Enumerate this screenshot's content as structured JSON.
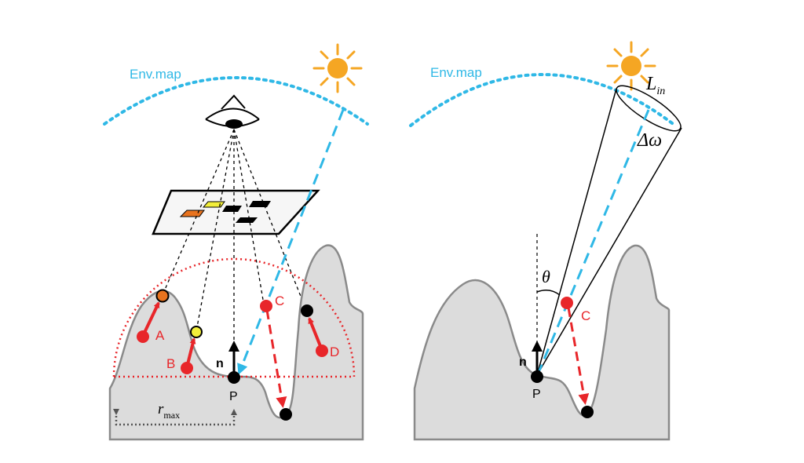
{
  "colors": {
    "terrain_fill": "#dcdcdc",
    "terrain_stroke": "#8a8a8a",
    "env_map": "#2fb8e6",
    "sample_red": "#e8262a",
    "point_orange": "#e8731e",
    "point_yellow": "#f2ee3a",
    "point_black": "#000000",
    "sun": "#f5a623",
    "rmax_arrow": "#555555",
    "text_black": "#000000"
  },
  "icons": {
    "sun": "sun-icon",
    "eye": "eye-icon"
  },
  "left": {
    "env_label": "Env.map",
    "normal_label": "n",
    "point_label": "P",
    "rmax_label": "r",
    "rmax_sub": "max",
    "samples": [
      {
        "label": "A"
      },
      {
        "label": "B"
      },
      {
        "label": "C"
      },
      {
        "label": "D"
      }
    ]
  },
  "right": {
    "env_label": "Env.map",
    "radiance_label": "L",
    "radiance_sub": "in",
    "solid_angle_label": "Δω",
    "theta_label": "θ",
    "normal_label": "n",
    "point_label": "P",
    "sample_label": "C"
  }
}
